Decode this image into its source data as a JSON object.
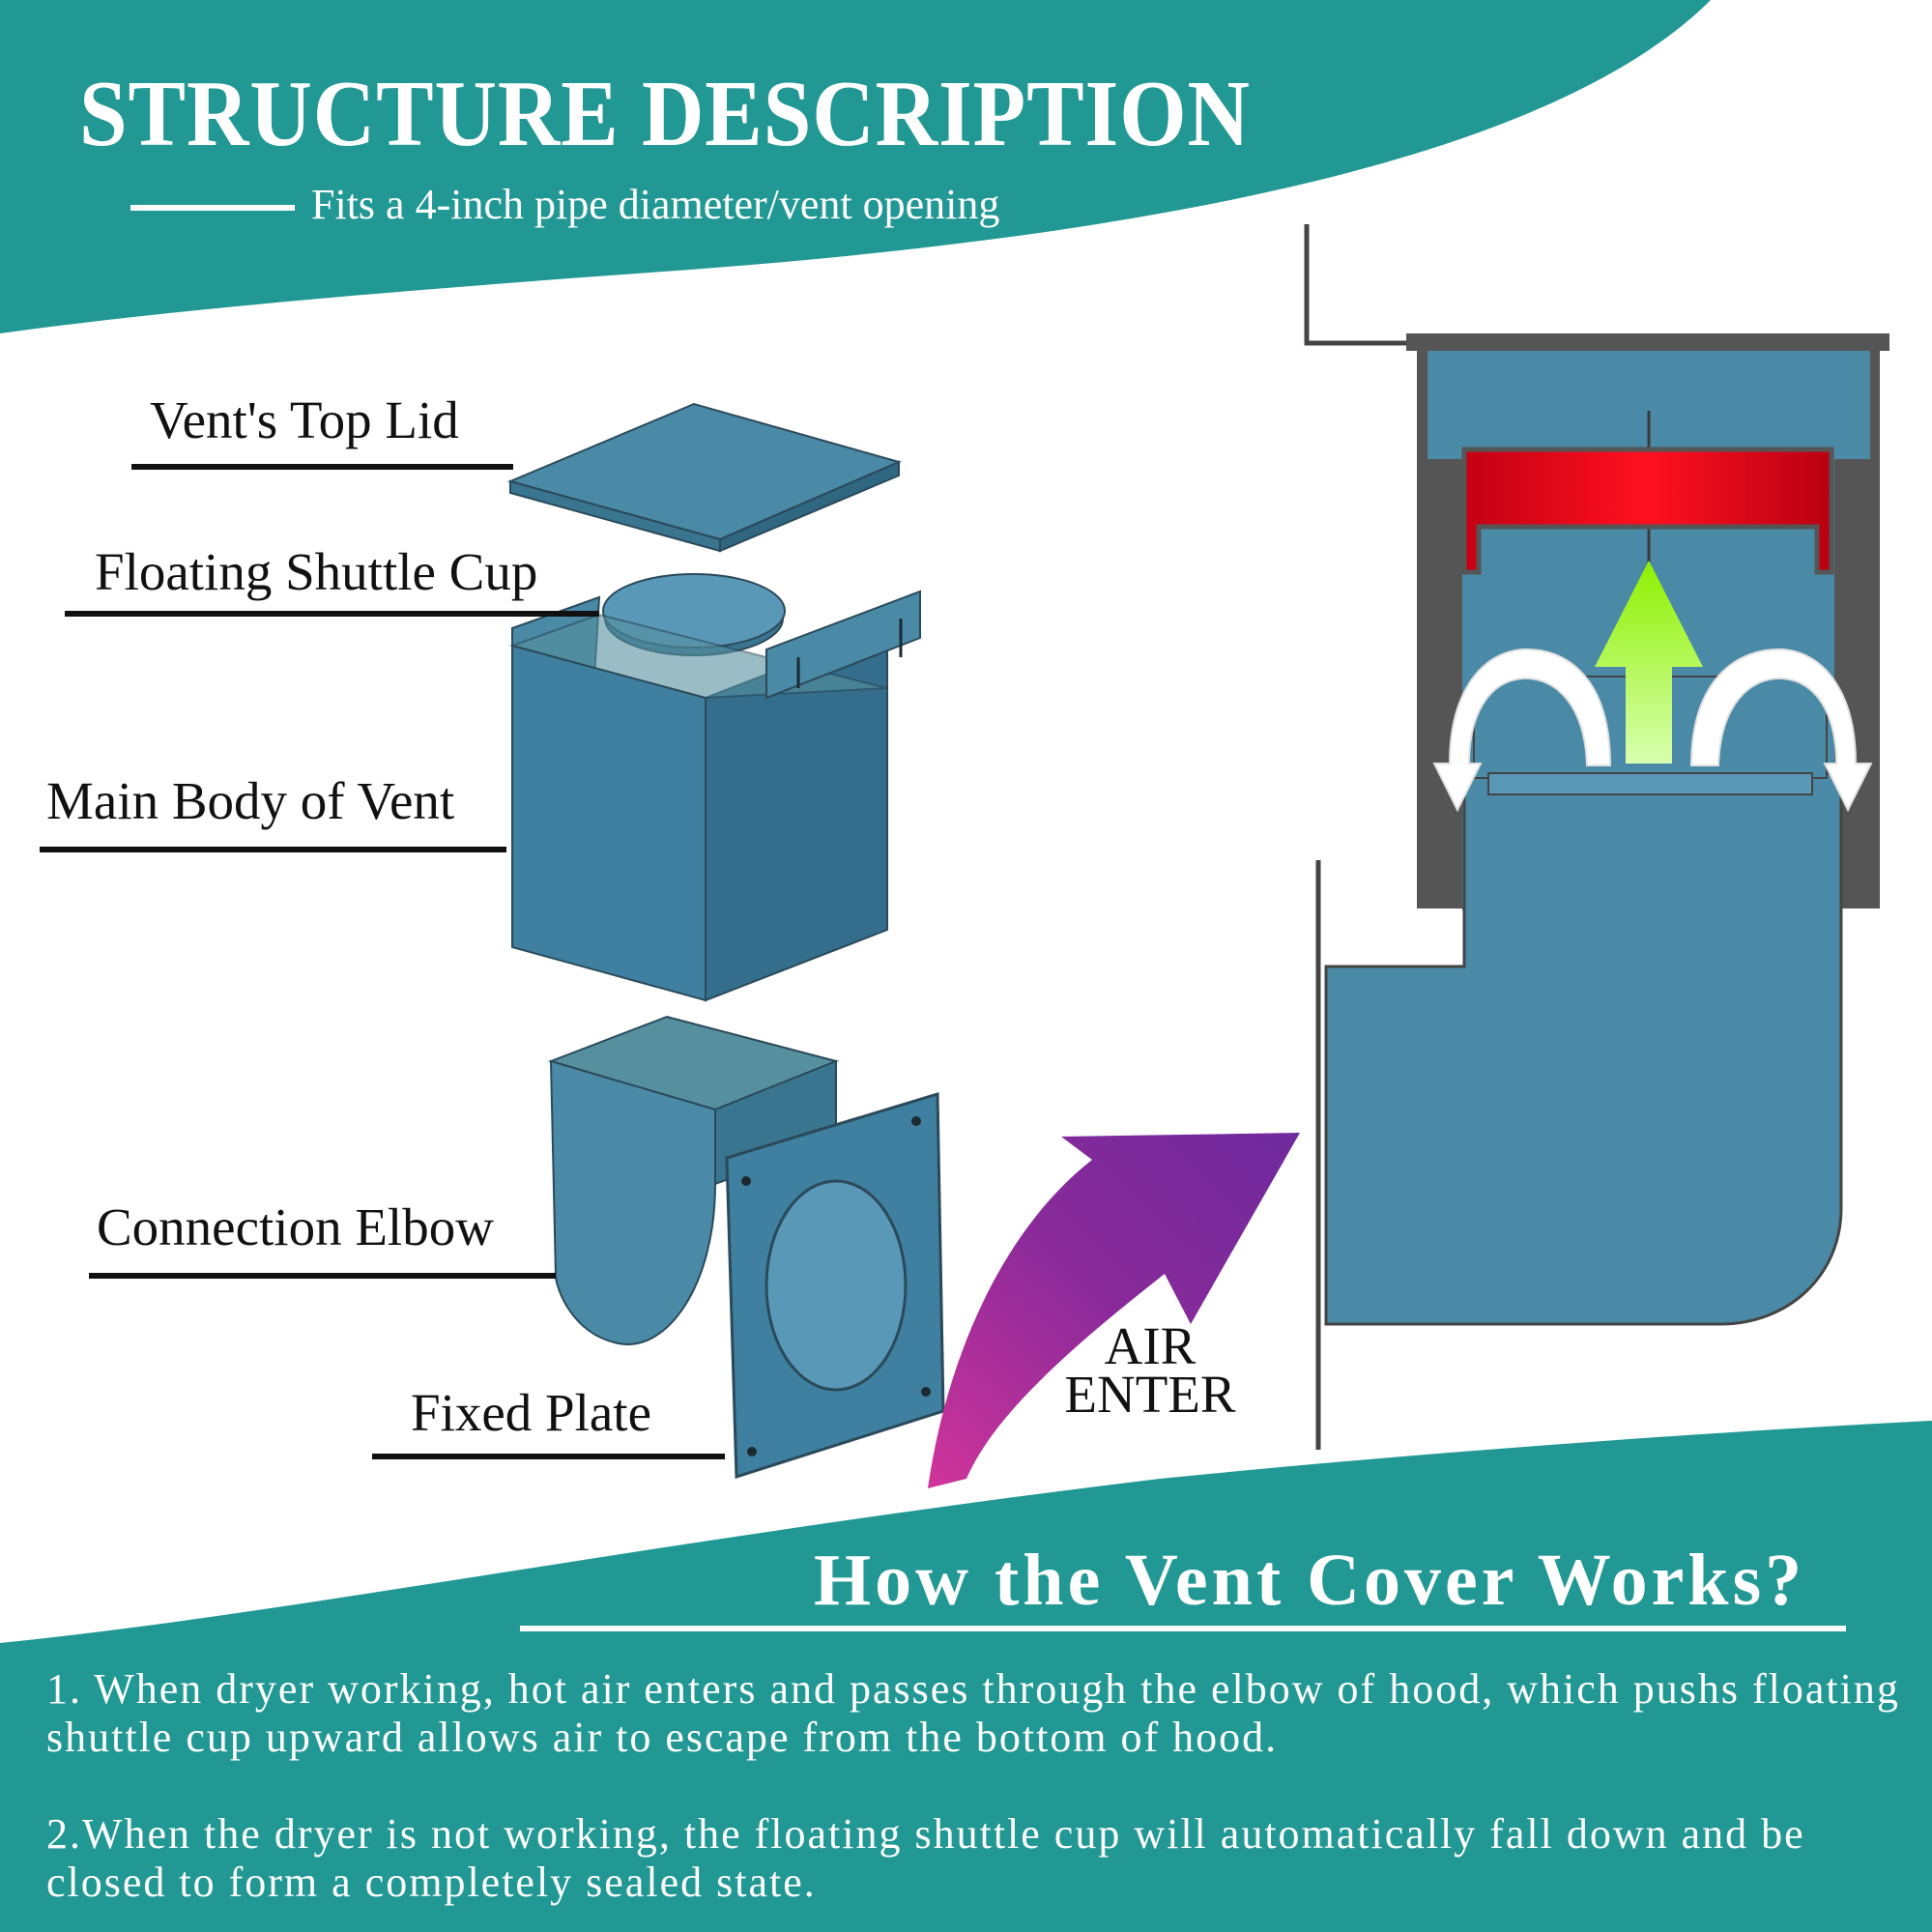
{
  "header": {
    "title": "STRUCTURE DESCRIPTION",
    "subtitle": "Fits a 4-inch pipe diameter/vent opening"
  },
  "parts": {
    "top_lid": "Vent's Top Lid",
    "shuttle_cup": "Floating Shuttle Cup",
    "main_body": "Main Body of Vent",
    "elbow": "Connection Elbow",
    "fixed_plate": "Fixed Plate"
  },
  "airflow": {
    "line1": "AIR",
    "line2": "ENTER"
  },
  "how_it_works": {
    "title": "How the Vent Cover Works?",
    "step1": "1. When dryer working, hot air enters and passes through the elbow of hood, which pushs floating shuttle cup upward allows air to escape from the bottom of hood.",
    "step2": "2.When the dryer is not working, the floating shuttle cup will automatically fall down and be closed to form a completely sealed state."
  },
  "colors": {
    "teal": "#229894",
    "part_blue": "#4a8aa6",
    "part_blue_dark": "#3a7590",
    "cup_red": "#e8001a",
    "arrow_green": "#8ef000",
    "arrow_purple": "#8a2a9a"
  }
}
